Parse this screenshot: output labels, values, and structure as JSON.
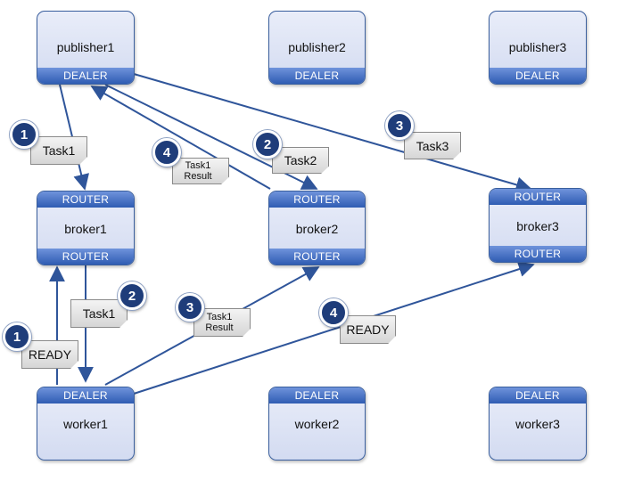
{
  "nodes": {
    "publisher1": {
      "name": "publisher1",
      "socket": "DEALER"
    },
    "publisher2": {
      "name": "publisher2",
      "socket": "DEALER"
    },
    "publisher3": {
      "name": "publisher3",
      "socket": "DEALER"
    },
    "broker1": {
      "name": "broker1",
      "front": "ROUTER",
      "back": "ROUTER"
    },
    "broker2": {
      "name": "broker2",
      "front": "ROUTER",
      "back": "ROUTER"
    },
    "broker3": {
      "name": "broker3",
      "front": "ROUTER",
      "back": "ROUTER"
    },
    "worker1": {
      "name": "worker1",
      "socket": "DEALER"
    },
    "worker2": {
      "name": "worker2",
      "socket": "DEALER"
    },
    "worker3": {
      "name": "worker3",
      "socket": "DEALER"
    }
  },
  "labels": {
    "pub_task1": "Task1",
    "pub_task2": "Task2",
    "pub_task3": "Task3",
    "result_to_pub_line1": "Task1",
    "result_to_pub_line2": "Result",
    "broker_task1": "Task1",
    "worker_ready": "READY",
    "worker_result_line1": "Task1",
    "worker_result_line2": "Result",
    "worker_ready_b3": "READY"
  },
  "steps": {
    "pub_task1": "1",
    "pub_task2": "2",
    "pub_task3": "3",
    "result_to_pub": "4",
    "worker_ready": "1",
    "broker_task1": "2",
    "worker_result": "3",
    "worker_ready_b3": "4"
  },
  "colors": {
    "arrow": "#2f559a",
    "badge": "#1f3d7a",
    "band": "#2f5cb3"
  }
}
